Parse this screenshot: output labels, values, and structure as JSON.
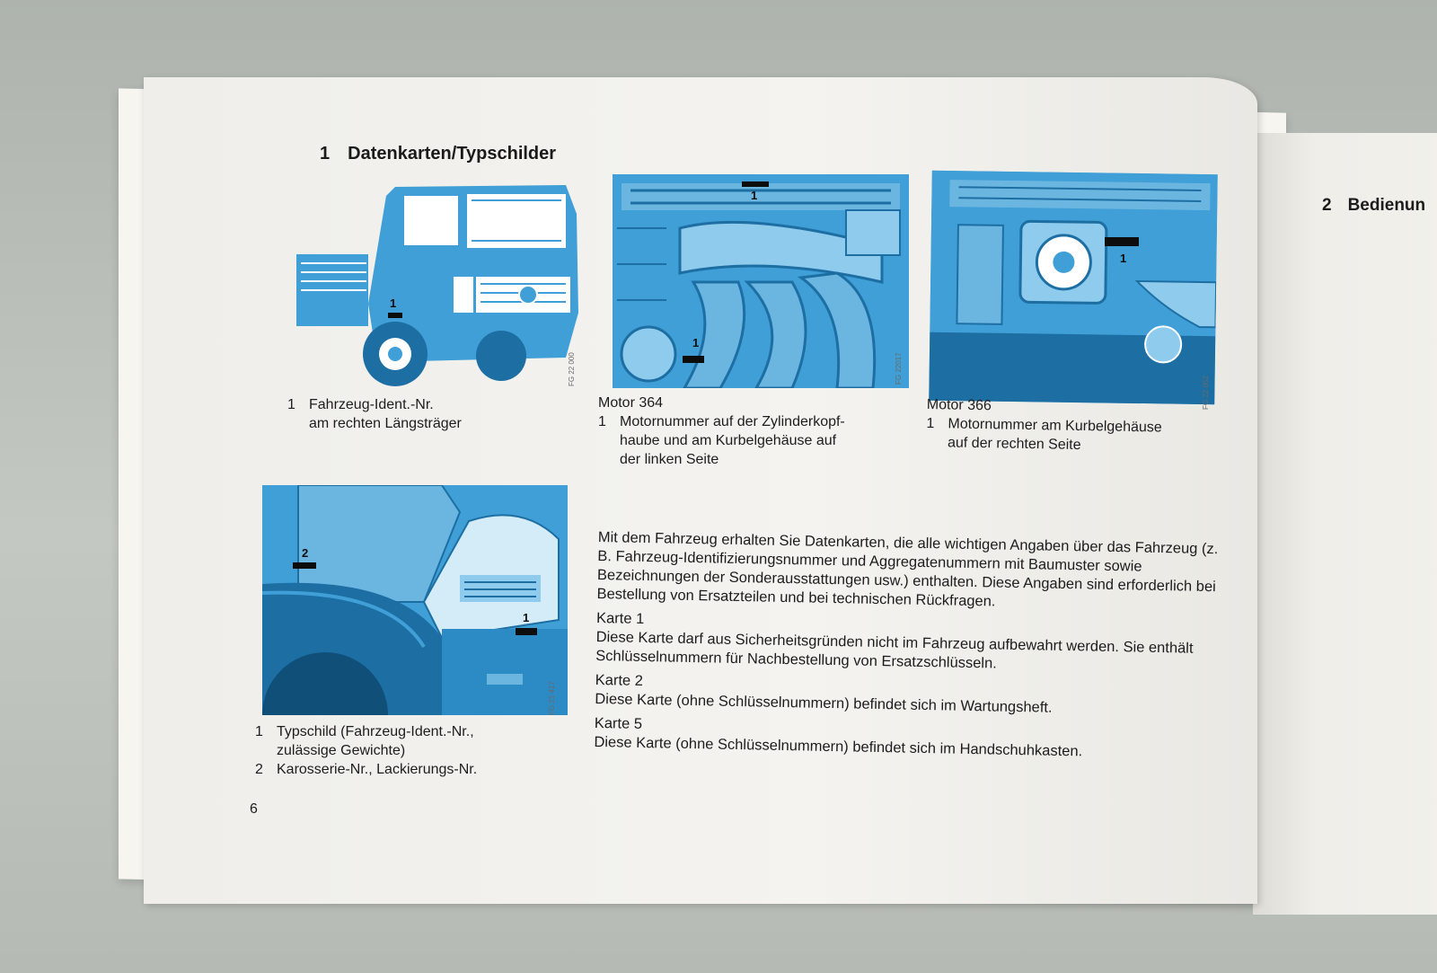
{
  "section": {
    "number": "1",
    "title": "Datenkarten/Typschilder"
  },
  "next_page_heading": {
    "number": "2",
    "title": "Bedienun"
  },
  "figures": [
    {
      "code": "FG 22 000",
      "marker": "1",
      "title": "",
      "items": [
        {
          "n": "1",
          "lines": [
            "Fahrzeug-Ident.-Nr.",
            "am rechten Längsträger"
          ]
        }
      ]
    },
    {
      "code": "FG 22017",
      "marker": "1",
      "title": "Motor 364",
      "items": [
        {
          "n": "1",
          "lines": [
            "Motornummer auf der Zylinderkopf-",
            "haube und am Kurbelgehäuse auf",
            "der linken Seite"
          ]
        }
      ]
    },
    {
      "code": "FG 22 052",
      "marker": "1",
      "title": "Motor 366",
      "items": [
        {
          "n": "1",
          "lines": [
            "Motornummer am Kurbelgehäuse",
            "auf der rechten Seite"
          ]
        }
      ]
    },
    {
      "code": "FG 21 417",
      "markers": [
        "1",
        "2"
      ],
      "title": "",
      "items": [
        {
          "n": "1",
          "lines": [
            "Typschild (Fahrzeug-Ident.-Nr.,",
            "zulässige Gewichte)"
          ]
        },
        {
          "n": "2",
          "lines": [
            "Karosserie-Nr., Lackierungs-Nr."
          ]
        }
      ]
    }
  ],
  "body": {
    "intro": "Mit dem Fahrzeug erhalten Sie Datenkarten, die alle wichtigen Angaben über das Fahrzeug (z. B. Fahrzeug-Identifizierungsnummer und Aggregatenummern mit Baumuster sowie Bezeichnungen der Sonderausstattungen usw.) enthalten. Diese Angaben sind erforderlich bei Bestellung von Ersatzteilen und bei technischen Rückfragen.",
    "cards": [
      {
        "label": "Karte 1",
        "text": "Diese Karte darf aus Sicherheitsgründen nicht im Fahrzeug aufbewahrt werden. Sie enthält Schlüsselnummern für Nachbestellung von Ersatzschlüsseln."
      },
      {
        "label": "Karte 2",
        "text": "Diese Karte (ohne Schlüsselnummern) befindet sich im Wartungsheft."
      },
      {
        "label": "Karte 5",
        "text": "Diese Karte (ohne Schlüsselnummern) befindet sich im Handschuhkasten."
      }
    ]
  },
  "page_number": "6",
  "colors": {
    "illustration_blue": "#3f9fd6",
    "ink": "#1d1d1d",
    "paper": "#f3f2ee"
  }
}
